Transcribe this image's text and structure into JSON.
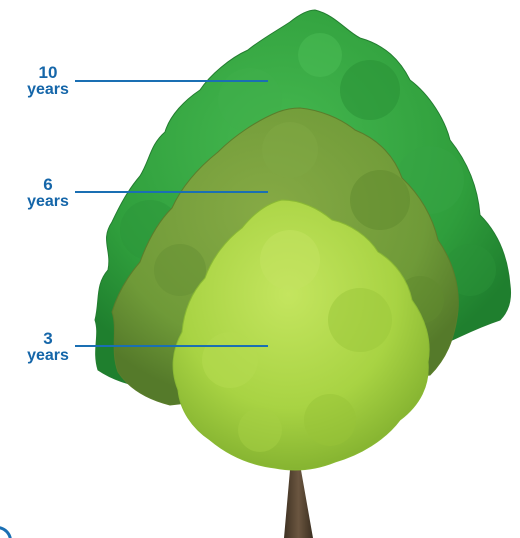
{
  "stages": [
    {
      "id": "ten",
      "value": "10",
      "unit": "years",
      "color": "#2f9e3c"
    },
    {
      "id": "six",
      "value": "6",
      "unit": "years",
      "color": "#6f9a38"
    },
    {
      "id": "three",
      "value": "3",
      "unit": "years",
      "color": "#a8d343"
    }
  ],
  "colors": {
    "label_text": "#1566a9",
    "leader_line": "#1a6fb3",
    "trunk": "#5e4a33",
    "background": "#ffffff"
  }
}
